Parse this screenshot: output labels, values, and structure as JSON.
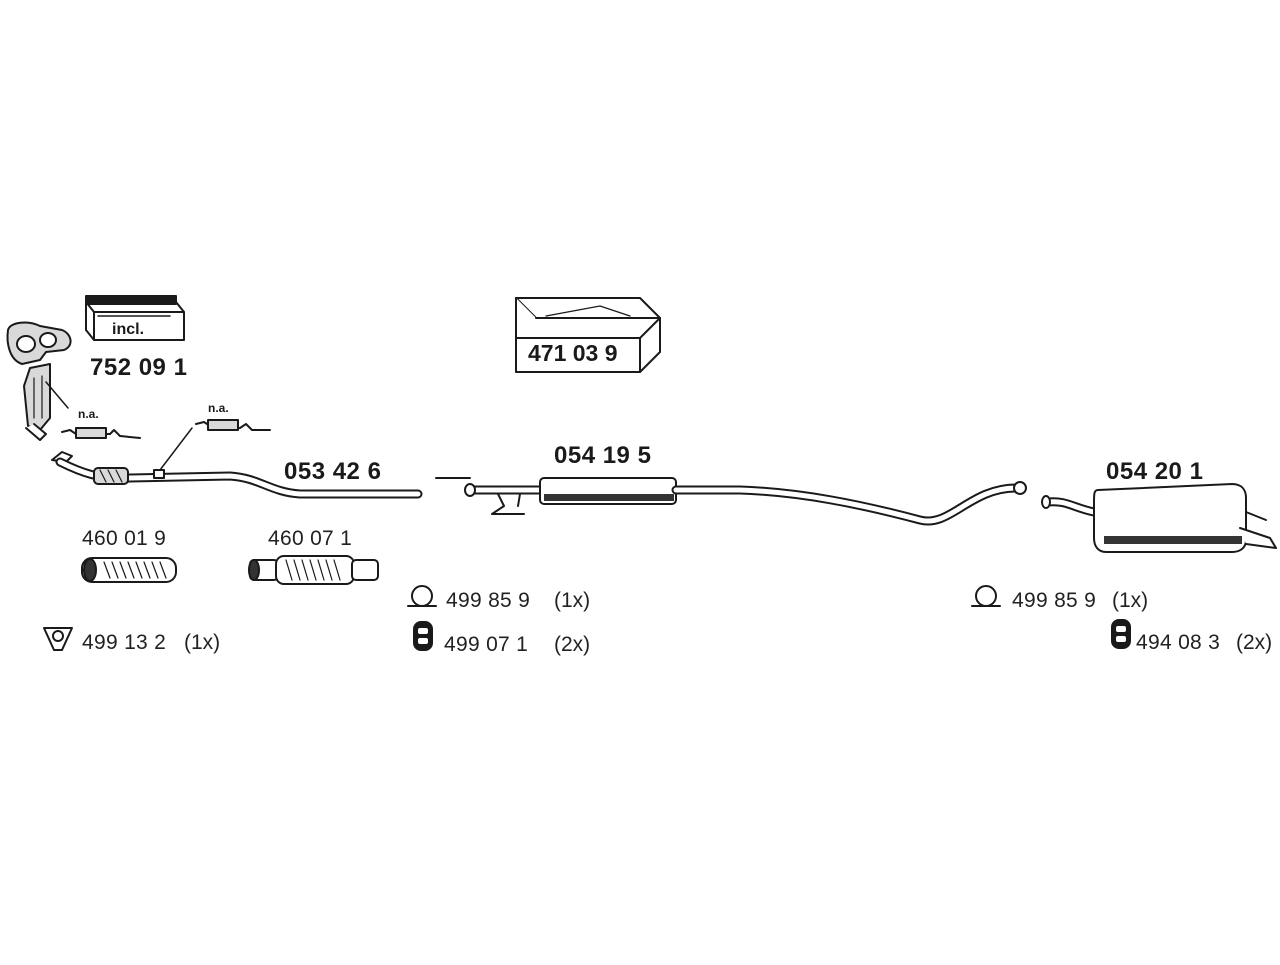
{
  "colors": {
    "ink": "#1a1a1a",
    "fill_light": "#d9d9d9",
    "fill_dark": "#333333",
    "background": "#ffffff"
  },
  "parts": {
    "catalyst_kit": {
      "number": "752 09 1",
      "box_label": "incl."
    },
    "fitting_kit": {
      "number": "471 03 9"
    },
    "front_pipe": {
      "number": "053 42 6"
    },
    "middle_silencer": {
      "number": "054 19 5"
    },
    "rear_silencer": {
      "number": "054 20 1"
    },
    "sensor_note_1": "n.a.",
    "sensor_note_2": "n.a."
  },
  "accessories": {
    "flex_pipe_1": {
      "number": "460 01 9"
    },
    "flex_pipe_2": {
      "number": "460 07 1"
    },
    "gasket": {
      "number": "499 13 2",
      "qty": "(1x)"
    },
    "clamp_mid": {
      "number": "499 85 9",
      "qty": "(1x)"
    },
    "rubber_mount_mid": {
      "number": "499 07 1",
      "qty": "(2x)"
    },
    "clamp_rear": {
      "number": "499 85 9",
      "qty": "(1x)"
    },
    "rubber_mount_rear": {
      "number": "494 08 3",
      "qty": "(2x)"
    }
  }
}
